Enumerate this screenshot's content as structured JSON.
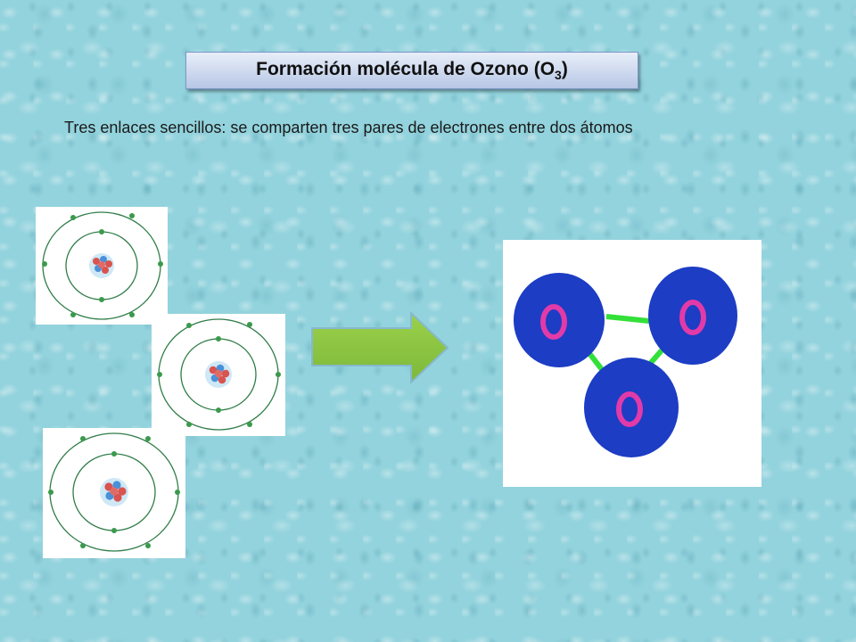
{
  "title": {
    "main": "Formación molécula de Ozono (O",
    "subscript": "3",
    "close": ")"
  },
  "subtitle": "Tres enlaces sencillos: se comparten tres pares de electrones entre dos átomos",
  "molecule": {
    "atom_labels": [
      "O",
      "O",
      "O"
    ],
    "atom_color": "#1c3dc4",
    "bond_color": "#33e03a",
    "label_color": "#e23aa8"
  },
  "arrow_color": "#8cc63f",
  "electron_color": "#3a9a4c"
}
